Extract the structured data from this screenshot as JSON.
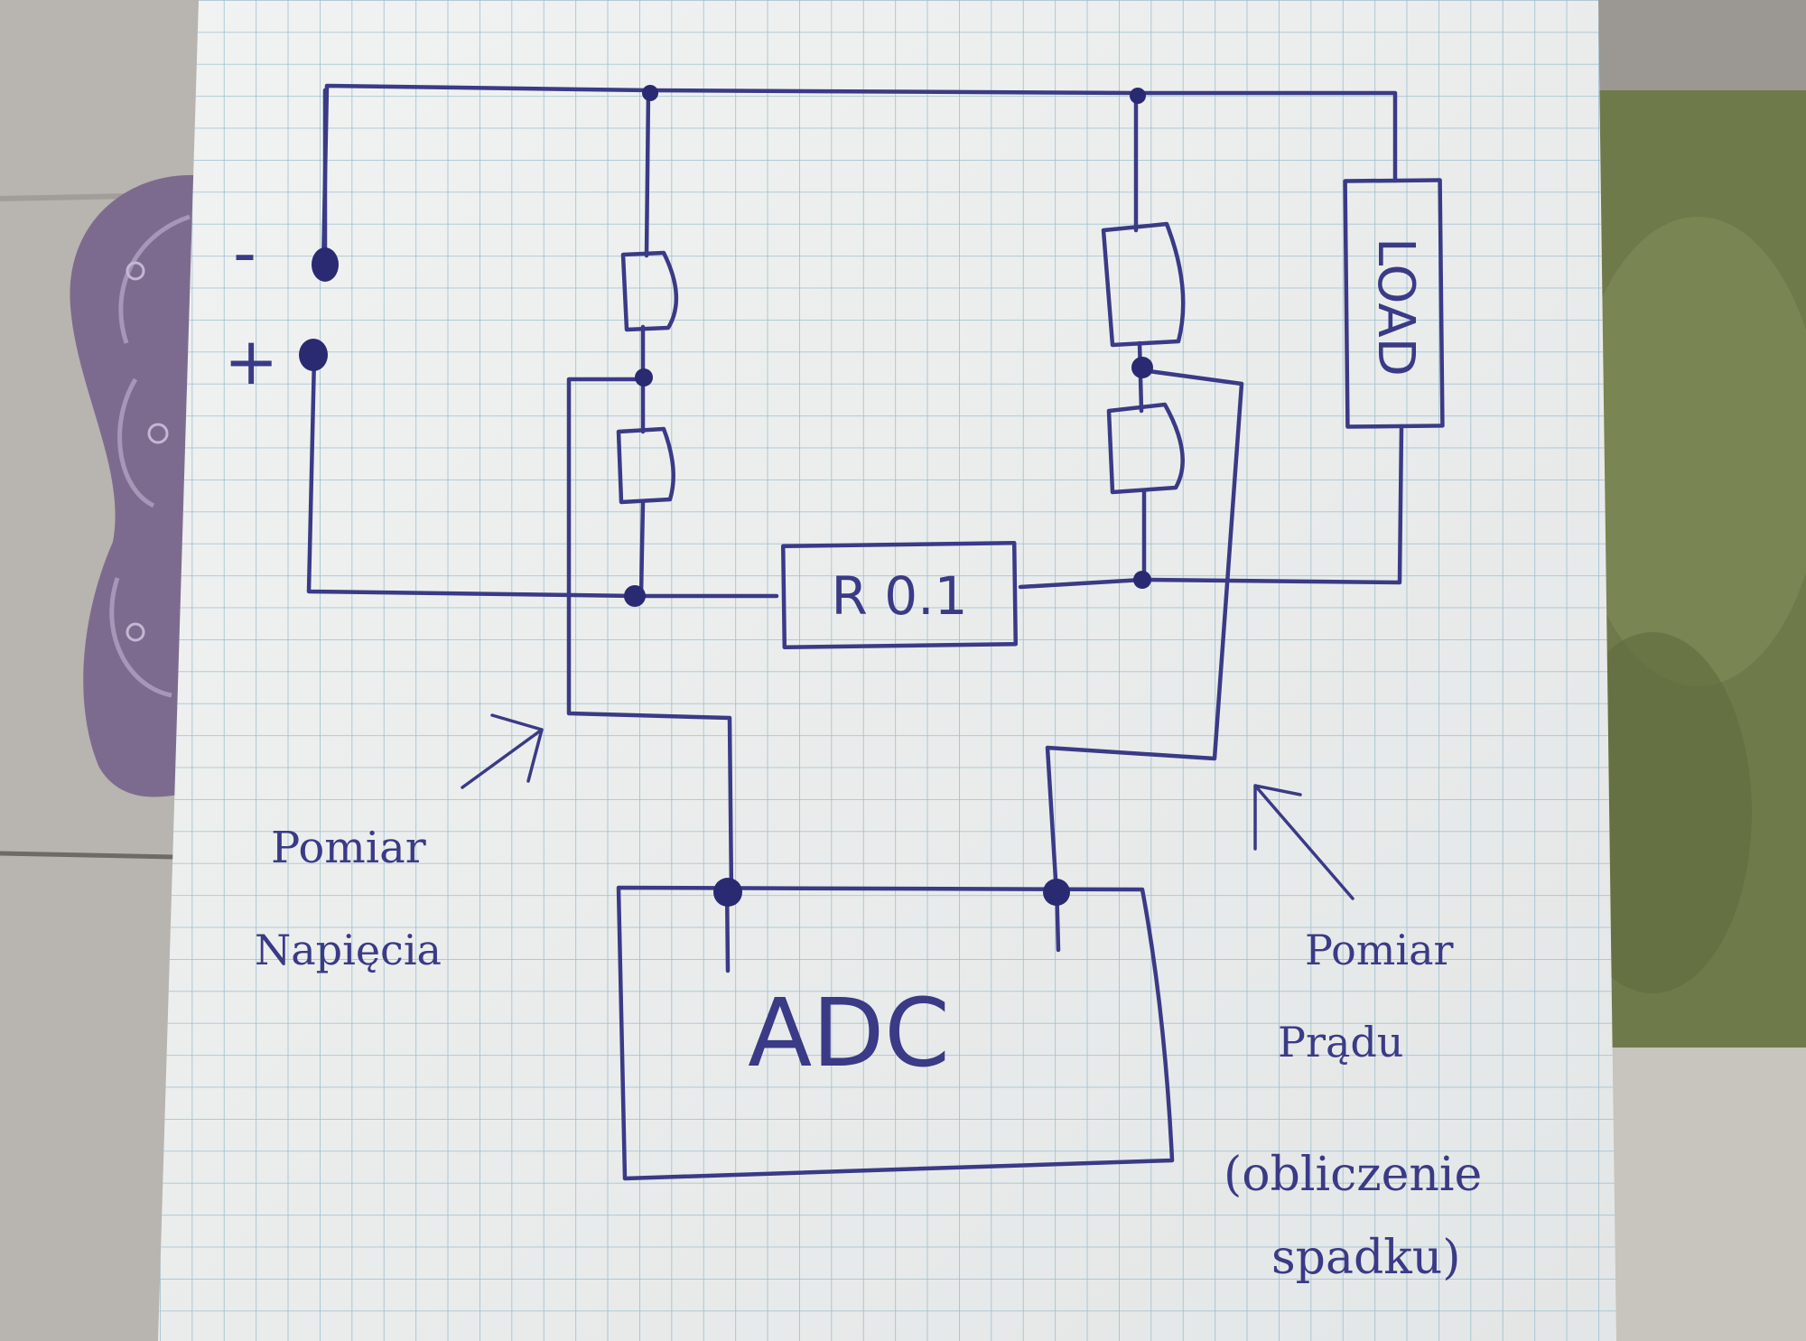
{
  "diagram": {
    "terminals": {
      "minus": "-",
      "plus": "+"
    },
    "blocks": {
      "load": "LOAD",
      "shunt": "R 0.1",
      "adc": "ADC"
    },
    "annotations": {
      "voltage": [
        "Pomiar",
        "Napięcia"
      ],
      "current": [
        "Pomiar",
        "Prądu",
        "(obliczenie",
        "spadku)"
      ]
    }
  }
}
